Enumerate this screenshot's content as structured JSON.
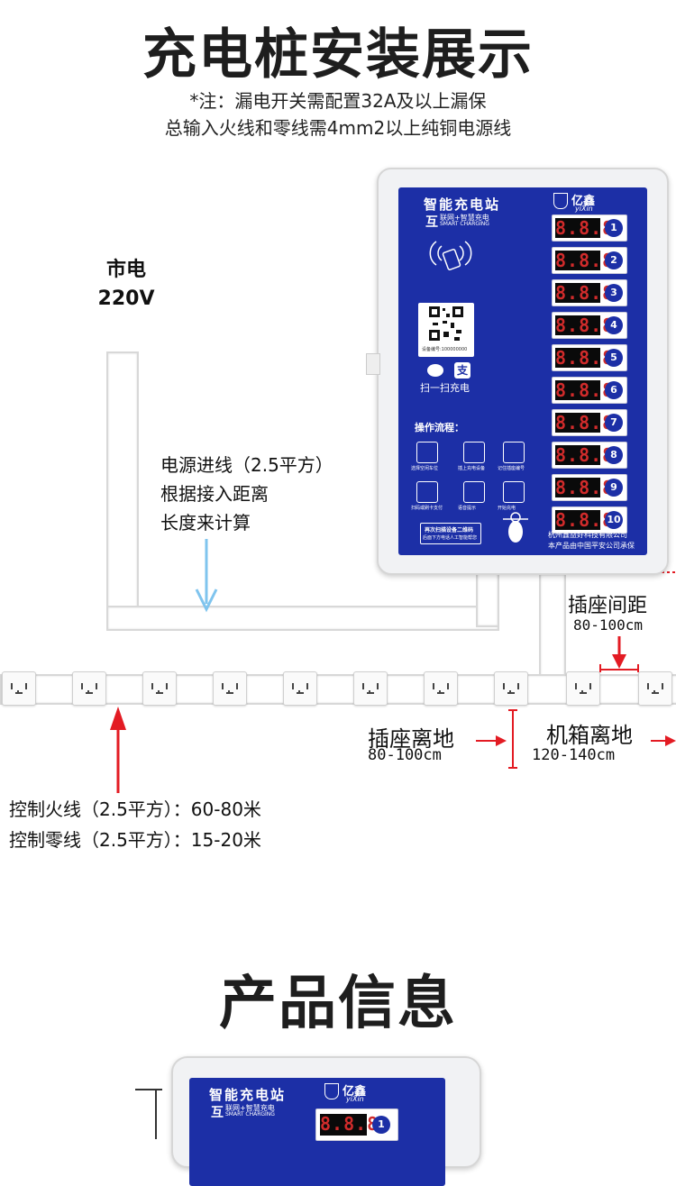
{
  "section1": {
    "title": "充电桩安装展示",
    "note_line1": "*注：漏电开关需配置32A及以上漏保",
    "note_line2": "总输入火线和零线需4mm2以上纯铜电源线"
  },
  "mains": {
    "label_line1": "市电",
    "label_line2": "220V"
  },
  "power_input": {
    "line1": "电源进线（2.5平方）",
    "line2": "根据接入距离",
    "line3": "长度来计算"
  },
  "socket_spacing": {
    "label": "插座间距",
    "value": "80-100cm"
  },
  "socket_height": {
    "label": "插座离地",
    "value": "80-100cm"
  },
  "cabinet_height": {
    "label": "机箱离地",
    "value": "120-140cm"
  },
  "control_wires": {
    "live": "控制火线（2.5平方）：60-80米",
    "neutral": "控制零线（2.5平方）：15-20米"
  },
  "device": {
    "brand_name": "智能充电站",
    "brand_sub1": "互",
    "brand_sub2": "联网+智慧充电",
    "brand_sub3": "SMART CHARGING",
    "logo_text": "亿鑫",
    "logo_sub": "yiXin",
    "device_no": "设备编号:100000000",
    "scan_text": "扫一扫充电",
    "wechat_icon": "wechat-icon",
    "alipay_icon": "alipay-icon",
    "alipay_glyph": "支",
    "flow_title": "操作流程：",
    "flow_steps": [
      "选择空闲车位",
      "插上充电设备",
      "记住插座编号",
      "扫码或刷卡支付",
      "语音提示",
      "开始充电"
    ],
    "rescan_line1": "再次扫描设备二维码",
    "rescan_line2": "后面下方电话人工智能帮您",
    "company": "杭州鑫益好科技有限公司",
    "insurance": "本产品由中国平安公司承保",
    "display_value": "8.8.8.",
    "channels": [
      "1",
      "2",
      "3",
      "4",
      "5",
      "6",
      "7",
      "8",
      "9",
      "10"
    ]
  },
  "section2": {
    "title": "产品信息",
    "brand_name": "智能充电站",
    "brand_sub1": "互",
    "brand_sub2": "联网+智慧充电",
    "brand_sub3": "SMART CHARGING",
    "logo_text": "亿鑫",
    "logo_sub": "yiXin",
    "display_value": "8.8.8.",
    "channel": "1"
  },
  "colors": {
    "panel_blue": "#1c2fa6",
    "arrow_red": "#e31b23",
    "arrow_blue": "#7fc4ee"
  }
}
